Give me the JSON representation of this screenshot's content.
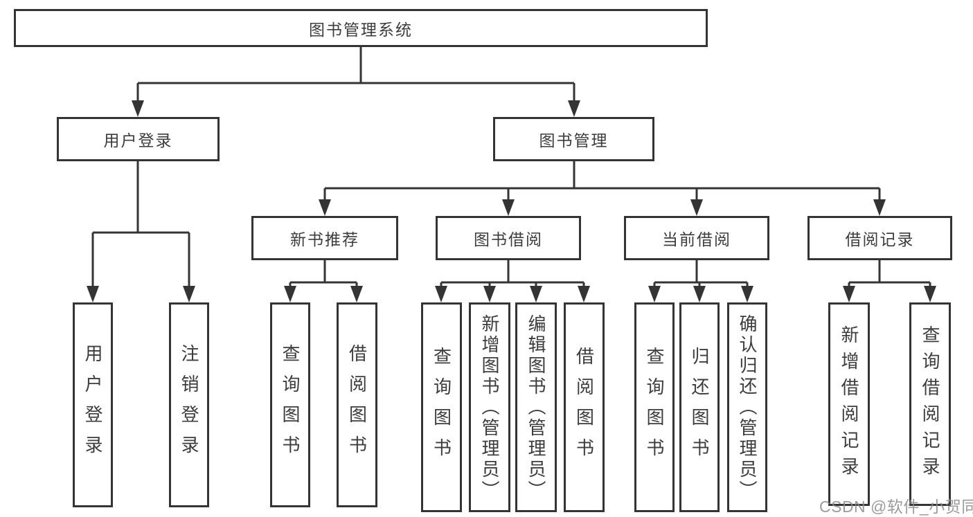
{
  "tree": {
    "label": "图书管理系统",
    "children": [
      {
        "label": "用户登录",
        "children": [
          {
            "label": "用户登录"
          },
          {
            "label": "注销登录"
          }
        ]
      },
      {
        "label": "图书管理",
        "children": [
          {
            "label": "新书推荐",
            "children": [
              {
                "label": "查询图书"
              },
              {
                "label": "借阅图书"
              }
            ]
          },
          {
            "label": "图书借阅",
            "children": [
              {
                "label": "查询图书"
              },
              {
                "label": "新增图书（管理员）"
              },
              {
                "label": "编辑图书（管理员）"
              },
              {
                "label": "借阅图书"
              }
            ]
          },
          {
            "label": "当前借阅",
            "children": [
              {
                "label": "查询图书"
              },
              {
                "label": "归还图书"
              },
              {
                "label": "确认归还（管理员）"
              }
            ]
          },
          {
            "label": "借阅记录",
            "children": [
              {
                "label": "新增借阅记录"
              },
              {
                "label": "查询借阅记录"
              }
            ]
          }
        ]
      }
    ]
  },
  "watermark": {
    "text": "CSDN @软件_小贺同学"
  },
  "colors": {
    "line": "#343434",
    "box_border": "#343434",
    "text": "#3c3c3c",
    "watermark": "#8a8a8a",
    "background": "#ffffff"
  }
}
